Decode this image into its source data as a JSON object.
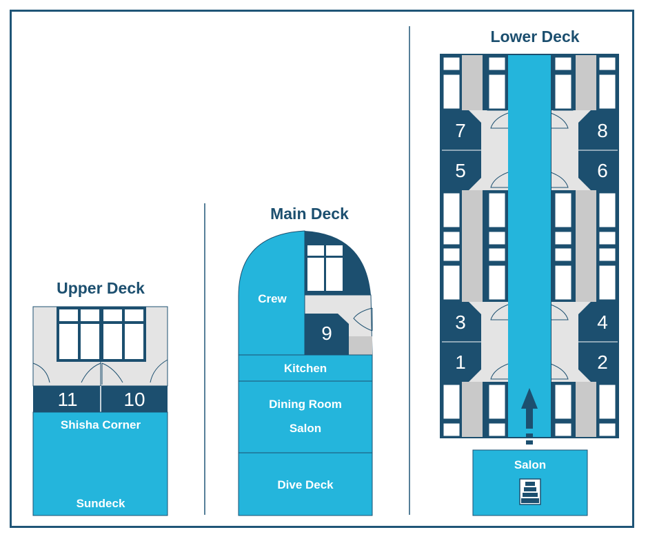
{
  "decks": {
    "upper": {
      "title": "Upper Deck",
      "cabins": [
        "11",
        "10"
      ],
      "areas": [
        "Shisha Corner",
        "Sundeck"
      ]
    },
    "main": {
      "title": "Main Deck",
      "crew": "Crew",
      "cabin": "9",
      "areas": [
        "Kitchen",
        "Dining Room",
        "Salon",
        "Dive Deck"
      ]
    },
    "lower": {
      "title": "Lower Deck",
      "cabins": [
        "7",
        "8",
        "5",
        "6",
        "3",
        "4",
        "1",
        "2"
      ],
      "salon": "Salon"
    }
  },
  "colors": {
    "frame": "#1f5577",
    "navy": "#1c4f6f",
    "cyan": "#24b5dc",
    "light_gray": "#e4e4e4",
    "mid_gray": "#c9c9c9"
  },
  "icons": [
    "door-swing-icon",
    "bed-icon",
    "arrow-up-icon",
    "stairs-icon"
  ]
}
